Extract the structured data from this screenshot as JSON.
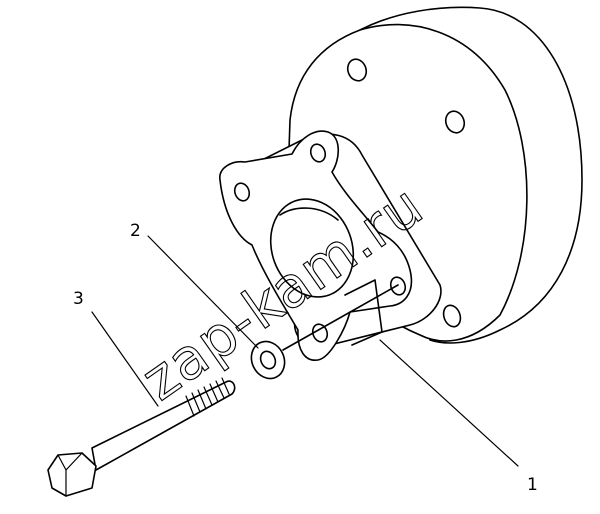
{
  "diagram": {
    "callouts": {
      "part_1": "1",
      "part_2": "2",
      "part_3": "3"
    },
    "watermark_text": "zap-kam.ru"
  }
}
